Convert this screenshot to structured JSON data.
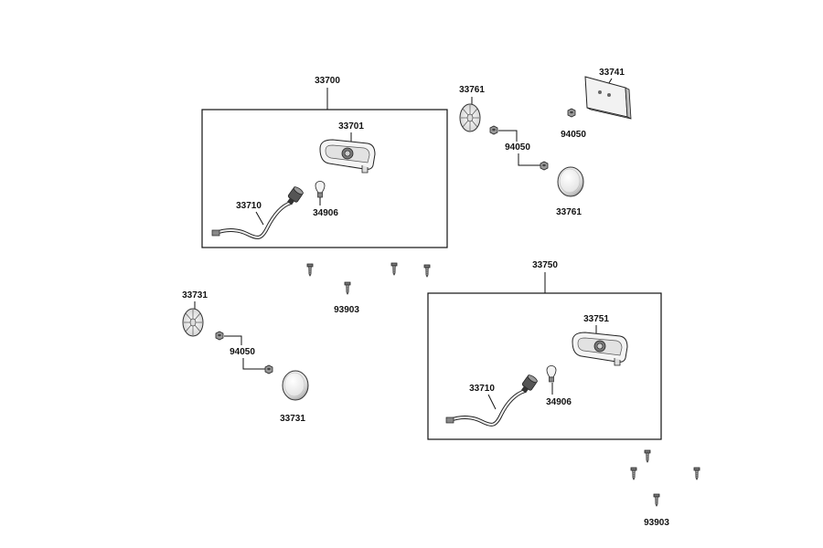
{
  "diagram": {
    "labels": {
      "assy_left": "33700",
      "lamp_left": "33701",
      "harness_left": "33710",
      "bulb_left": "34906",
      "reflector_top": "33761",
      "nut_top": "94050",
      "reflector_top_lens": "33761",
      "plate": "33741",
      "nut_plate": "94050",
      "screw_mid": "93903",
      "reflector_left": "33731",
      "nut_left": "94050",
      "reflector_left_lens": "33731",
      "assy_right": "33750",
      "lamp_right": "33751",
      "harness_right": "33710",
      "bulb_right": "34906",
      "screw_bottom": "93903"
    },
    "colors": {
      "line": "#111111",
      "part_fill": "#f2f2f2",
      "part_shade": "#bdbdbd"
    }
  }
}
